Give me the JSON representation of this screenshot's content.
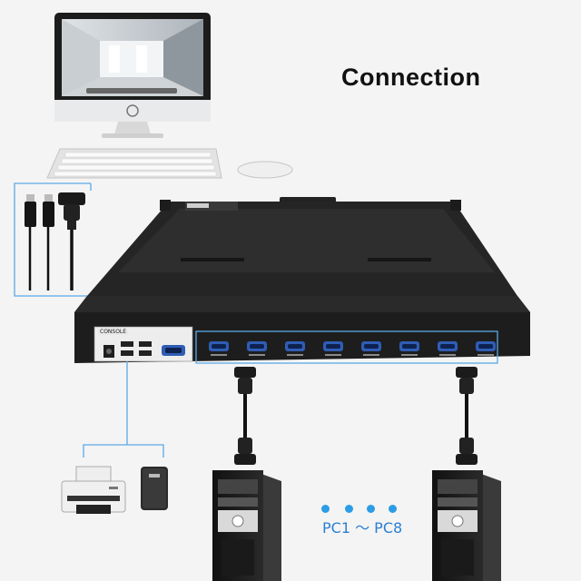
{
  "title": "Connection",
  "console_label": "CONSOLE",
  "pc_range_label": "PC1 ～ PC8",
  "vga_port_count": 8,
  "colors": {
    "accent_blue": "#2b9de4",
    "outline_blue": "#5aa9e6",
    "unit_body": "#1d1d1d"
  }
}
